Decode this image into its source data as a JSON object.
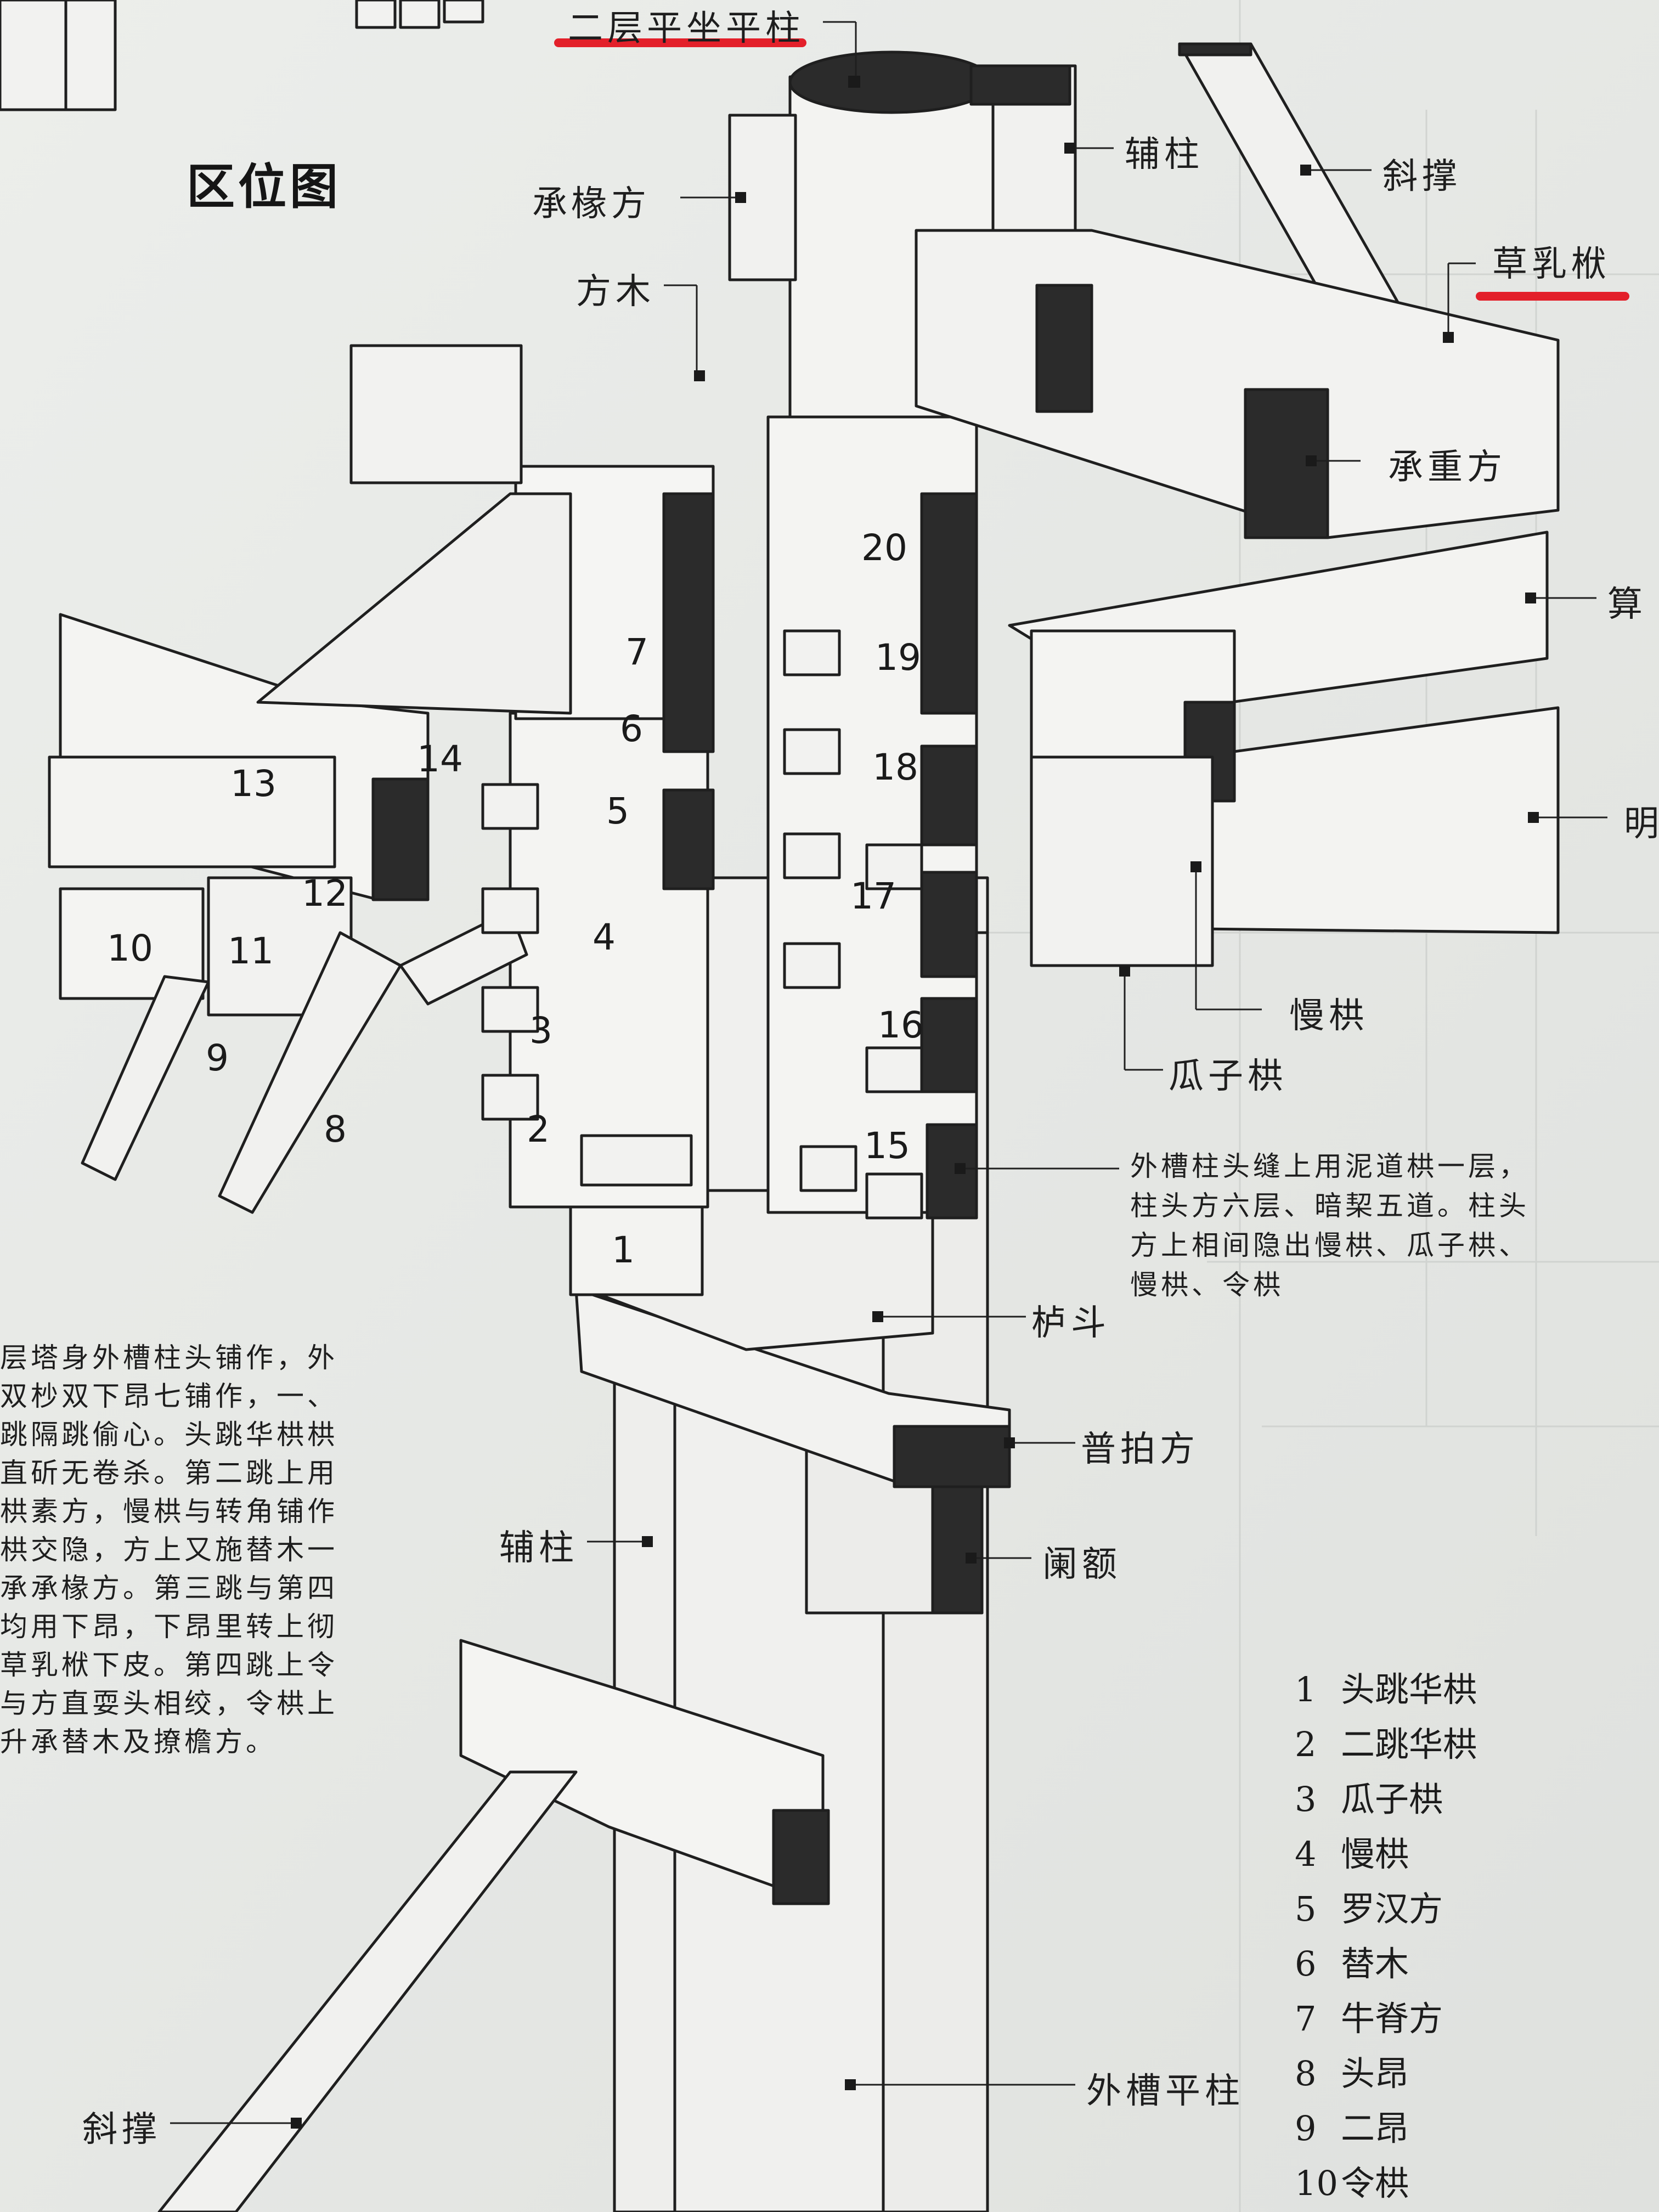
{
  "title": "区位图",
  "labels": {
    "top_column": "二层平坐平柱",
    "fuzhu_top": "辅柱",
    "xiecheng_top": "斜撑",
    "caoru": "草乳栿",
    "chengchuan": "承椽方",
    "fangmu": "方木",
    "chengzhong": "承重方",
    "suan": "算",
    "ming": "明",
    "mangong": "慢栱",
    "guazi": "瓜子栱",
    "ludou": "栌斗",
    "pubai": "普拍方",
    "lane": "阑额",
    "fuzhu_left": "辅柱",
    "waicao": "外槽平柱",
    "xiecheng_left": "斜撑"
  },
  "annotation": "外槽柱头缝上用泥道栱一层，\n柱头方六层、暗栔五道。柱头\n方上相间隐出慢栱、瓜子栱、\n慢栱、令栱",
  "left_paragraph": "层塔身外槽柱头铺作，外\n双杪双下昂七铺作，一、\n跳隔跳偷心。头跳华栱栱\n直斫无卷杀。第二跳上用\n栱素方，慢栱与转角铺作\n栱交隐，方上又施替木一\n承承椽方。第三跳与第四\n均用下昂，下昂里转上彻\n草乳栿下皮。第四跳上令\n与方直耍头相绞，令栱上\n升承替木及撩檐方。",
  "part_numbers": [
    "1",
    "2",
    "3",
    "4",
    "5",
    "6",
    "7",
    "8",
    "9",
    "10",
    "11",
    "12",
    "13",
    "14",
    "15",
    "16",
    "17",
    "18",
    "19",
    "20"
  ],
  "legend": [
    {
      "n": "1",
      "t": "头跳华栱"
    },
    {
      "n": "2",
      "t": "二跳华栱"
    },
    {
      "n": "3",
      "t": "瓜子栱"
    },
    {
      "n": "4",
      "t": "慢栱"
    },
    {
      "n": "5",
      "t": "罗汉方"
    },
    {
      "n": "6",
      "t": "替木"
    },
    {
      "n": "7",
      "t": "牛脊方"
    },
    {
      "n": "8",
      "t": "头昂"
    },
    {
      "n": "9",
      "t": "二昂"
    },
    {
      "n": "10",
      "t": "令栱"
    }
  ],
  "colors": {
    "ink": "#1e1e1e",
    "dark_face": "#2b2b2b",
    "highlight": "#e3202a"
  }
}
